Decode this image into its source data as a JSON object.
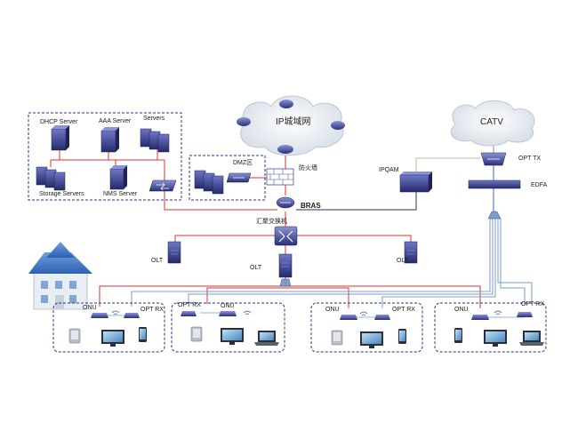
{
  "labels": {
    "dhcp_server": "DHCP Server",
    "aaa_server": "AAA Server",
    "servers": "Servers",
    "storage_servers": "Storage Servers",
    "nms_server": "NMS Server",
    "dmz": "DMZ区",
    "firewall": "防火墙",
    "ip_metro": "IP城域网",
    "bras": "BRAS",
    "aggregation_switch": "汇聚交换机",
    "olt_left": "OLT",
    "olt_center": "OLT",
    "olt_right": "OLT",
    "catv": "CATV",
    "opt_tx": "OPT TX",
    "ipqam": "IPQAM",
    "edfa": "EDFA",
    "home1_onu": "ONU",
    "home1_optrx": "OPT RX",
    "home2_optrx": "OPT RX",
    "home2_onu": "ONU",
    "home3_onu": "ONU",
    "home3_optrx": "OPT RX",
    "home4_onu": "ONU",
    "home4_optrx": "OPT RX"
  },
  "colors": {
    "fiber_red": "#e03030",
    "coax_grey": "#9aa0a8",
    "fiber_blue": "#7a9ec8",
    "group_border": "#2b2f8c",
    "device_dark": "#2a2d6e",
    "device_mid": "#4a55a8"
  }
}
